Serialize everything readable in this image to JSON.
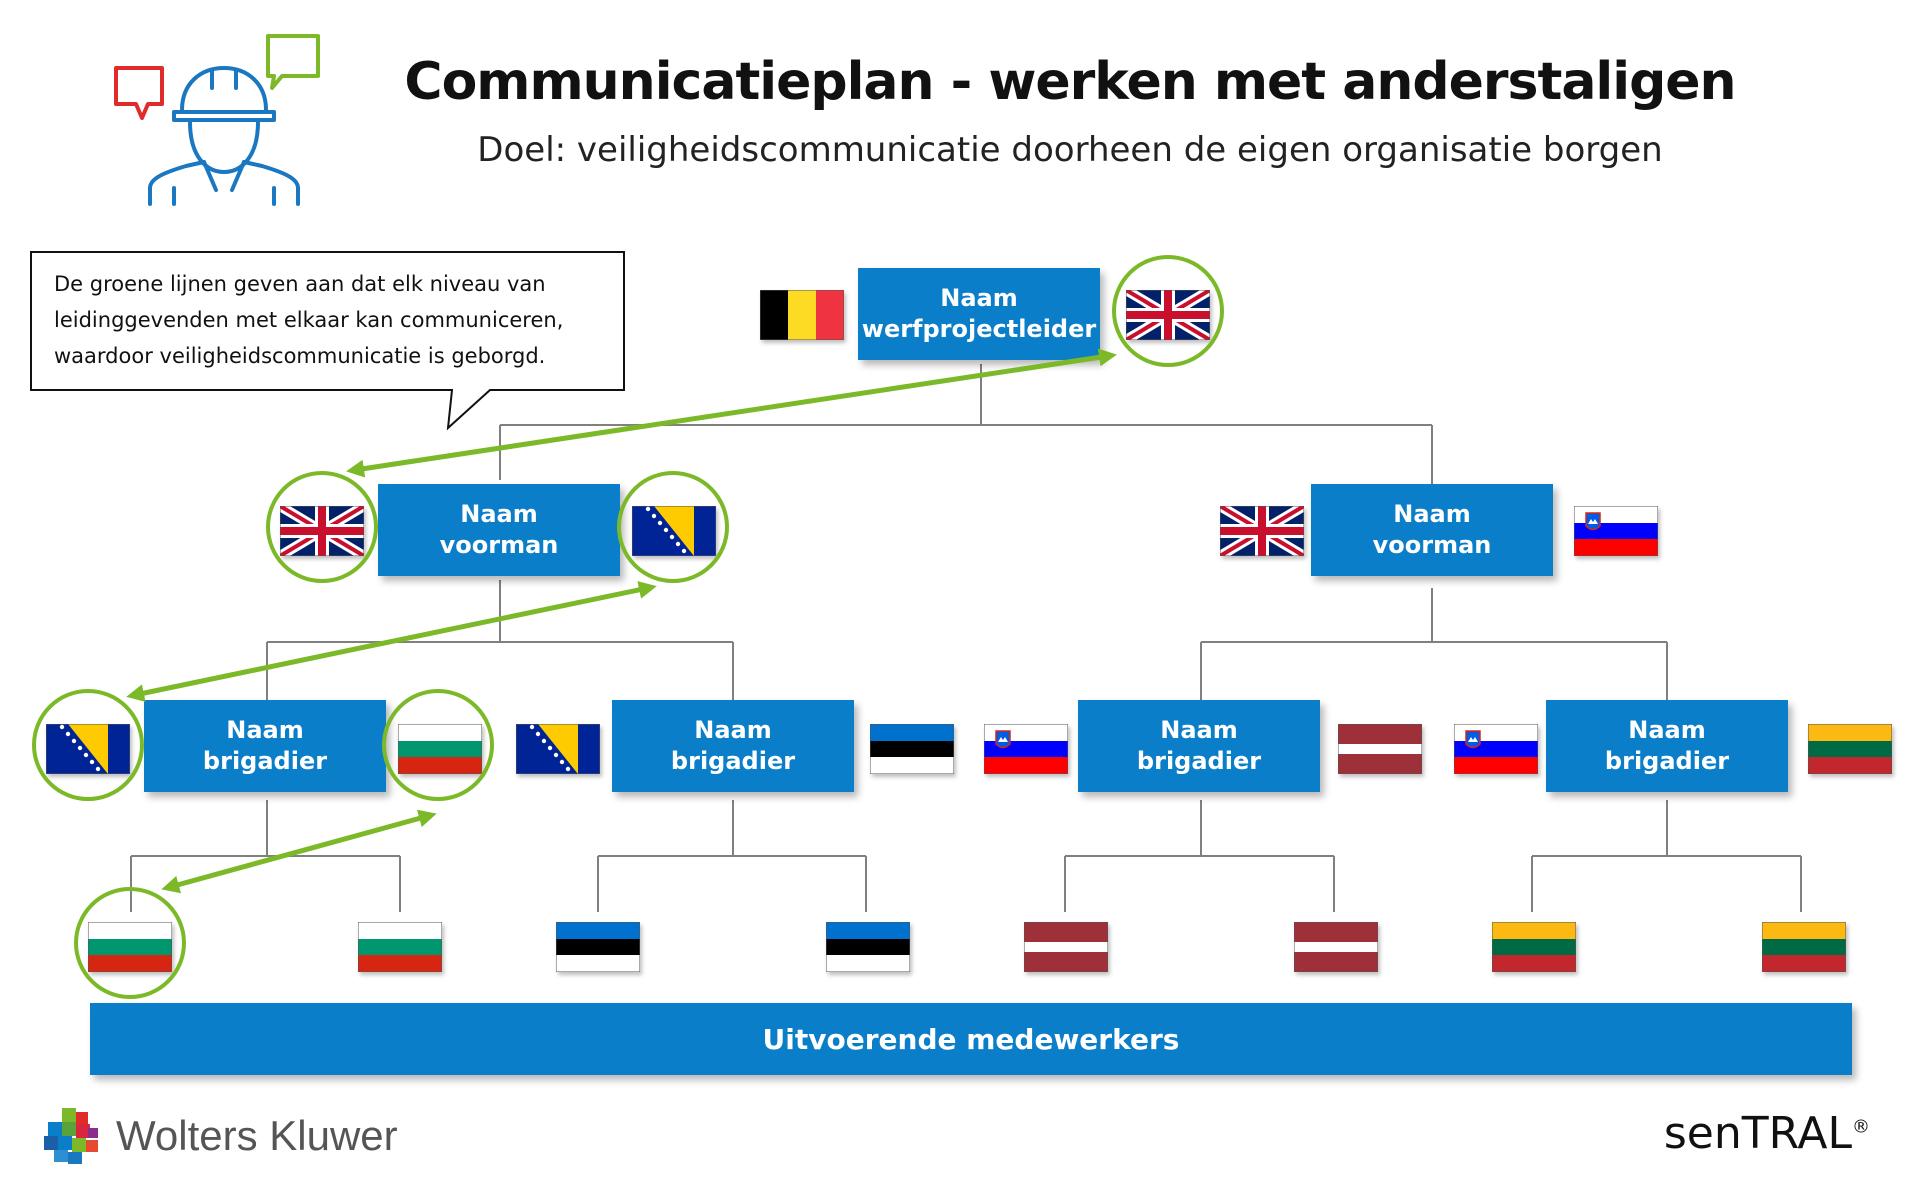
{
  "header": {
    "title": "Communicatieplan - werken met anderstaligen",
    "subtitle": "Doel: veiligheidscommunicatie doorheen de eigen organisatie borgen",
    "icon": "worker-speech-icon",
    "icon_colors": {
      "worker": "#1a78c2",
      "bubble_left": "#e02b2b",
      "bubble_right": "#7cb928"
    }
  },
  "callout": {
    "lines": [
      "De groene lijnen geven aan dat elk niveau van",
      "leidinggevenden met elkaar kan communiceren,",
      "waardoor veiligheidscommunicatie is geborgd."
    ]
  },
  "org": {
    "top": {
      "lines": [
        "Naam",
        "werfprojectleider"
      ]
    },
    "foremen": [
      {
        "lines": [
          "Naam",
          "voorman"
        ]
      },
      {
        "lines": [
          "Naam",
          "voorman"
        ]
      }
    ],
    "brigadiers": [
      {
        "lines": [
          "Naam",
          "brigadier"
        ]
      },
      {
        "lines": [
          "Naam",
          "brigadier"
        ]
      },
      {
        "lines": [
          "Naam",
          "brigadier"
        ]
      },
      {
        "lines": [
          "Naam",
          "brigadier"
        ]
      }
    ],
    "workers_label": "Uitvoerende medewerkers"
  },
  "flags": {
    "top": [
      "belgium",
      "united-kingdom"
    ],
    "foreman_1": [
      "united-kingdom",
      "bosnia-herzegovina"
    ],
    "foreman_2": [
      "united-kingdom",
      "slovenia"
    ],
    "brigadier_1": [
      "bosnia-herzegovina",
      "bulgaria"
    ],
    "brigadier_2": [
      "bosnia-herzegovina",
      "estonia"
    ],
    "brigadier_3": [
      "slovenia",
      "latvia"
    ],
    "brigadier_4": [
      "slovenia",
      "lithuania"
    ],
    "workers": [
      "bulgaria",
      "bulgaria",
      "estonia",
      "estonia",
      "latvia",
      "latvia",
      "lithuania",
      "lithuania"
    ]
  },
  "colors": {
    "node_blue": "#0a7ec9",
    "connector_gray": "#808080",
    "highlight_green": "#7cb928"
  },
  "footer": {
    "brand": "Wolters Kluwer",
    "product": "senTRAL",
    "product_mark": "®"
  }
}
